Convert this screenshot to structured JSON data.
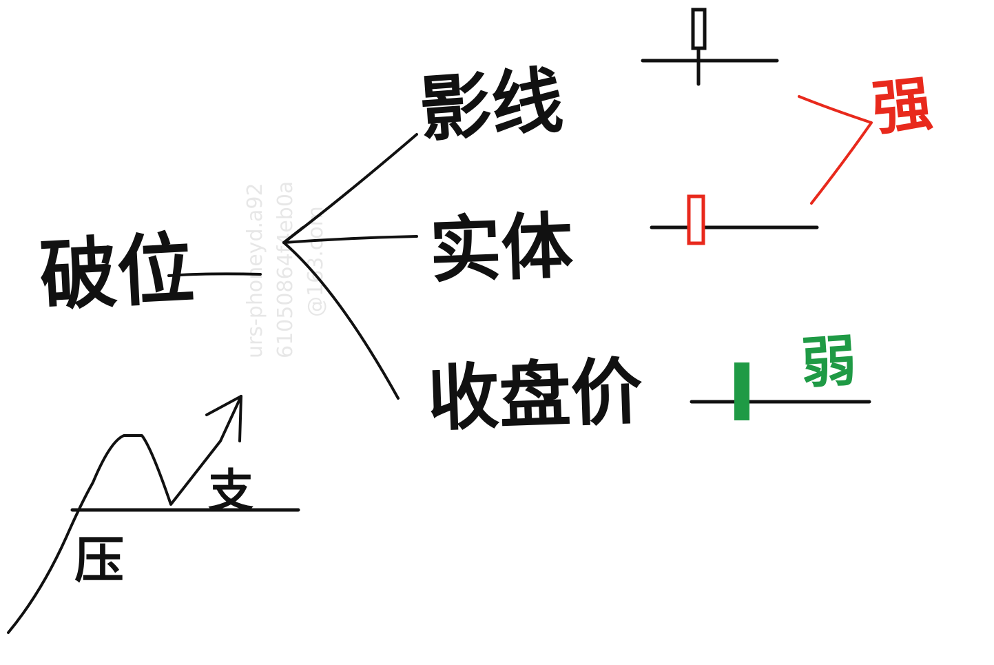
{
  "root": {
    "label": "破位"
  },
  "branches": [
    {
      "label": "影线"
    },
    {
      "label": "实体"
    },
    {
      "label": "收盘价"
    }
  ],
  "annotations": {
    "strong": "强",
    "weak": "弱",
    "support": "支",
    "pressure": "压"
  },
  "watermark": {
    "line1": "urs-phoneyd.a92",
    "line2": "61050864f4eb0a",
    "line3": "@163.com"
  },
  "colors": {
    "ink": "#111111",
    "strong": "#e8291c",
    "weak": "#1f9a45"
  },
  "icons": {
    "candle_shadow": "candlestick-long-upper-shadow-icon",
    "candle_body": "candlestick-small-red-body-icon",
    "candle_close": "candlestick-solid-green-body-icon",
    "trend_arrow": "trend-arrow-icon"
  }
}
